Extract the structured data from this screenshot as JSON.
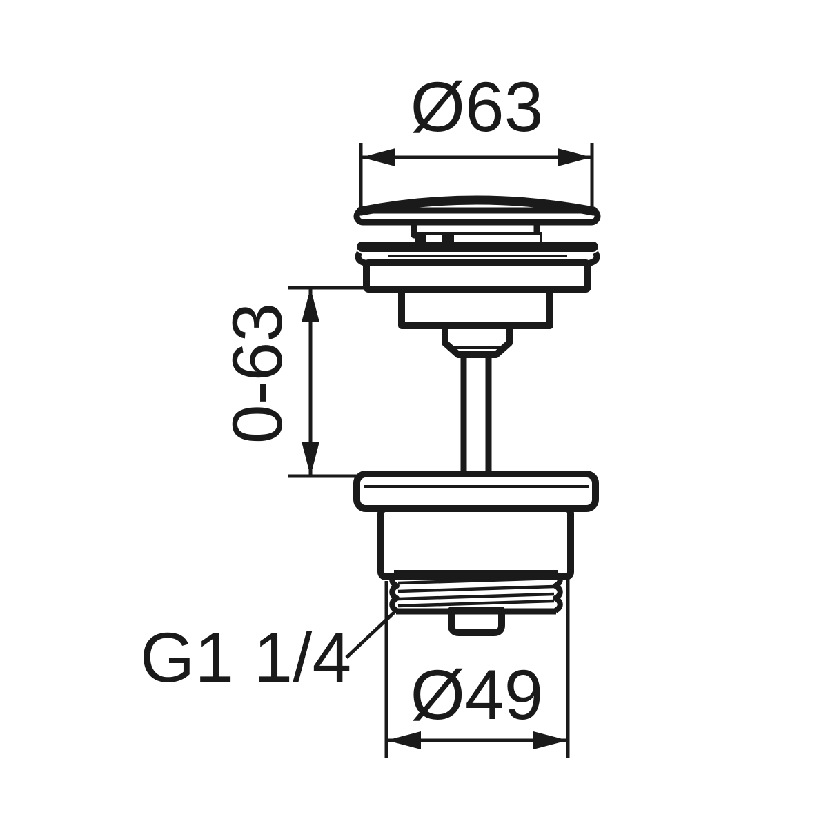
{
  "page": {
    "background": "#ffffff"
  },
  "drawing": {
    "kind": "technical-dimension-drawing",
    "subject": "push-open basin waste valve (clicker drain plug), side elevation",
    "line_color": "#1a1a1a",
    "dimensions": {
      "cap_diameter": "Ø63",
      "height_range": "0-63",
      "thread_spec": "G1 1/4",
      "thread_diameter": "Ø49"
    }
  }
}
